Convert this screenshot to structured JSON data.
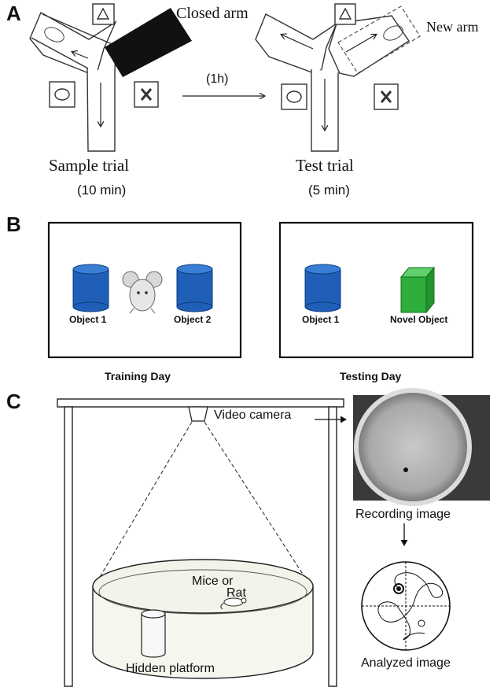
{
  "panel_a": {
    "letter": "A",
    "closed_arm_label": "Closed arm",
    "new_arm_label": "New arm",
    "delay_label": "(1h)",
    "sample_trial_label": "Sample trial",
    "sample_trial_duration": "(10 min)",
    "test_trial_label": "Test trial",
    "test_trial_duration": "(5 min)"
  },
  "panel_b": {
    "letter": "B",
    "training_object_1": "Object 1",
    "training_object_2": "Object 2",
    "training_caption": "Training Day",
    "testing_object_1": "Object 1",
    "testing_novel_object": "Novel Object",
    "testing_caption": "Testing Day",
    "colors": {
      "cylinder": "#1f5fb8",
      "cube": "#2eae3c"
    }
  },
  "panel_c": {
    "letter": "C",
    "video_camera_label": "Video camera",
    "animal_label_line1": "Mice or",
    "animal_label_line2": "Rat",
    "platform_label": "Hidden platform",
    "recording_label": "Recording image",
    "analyzed_label": "Analyzed image"
  }
}
